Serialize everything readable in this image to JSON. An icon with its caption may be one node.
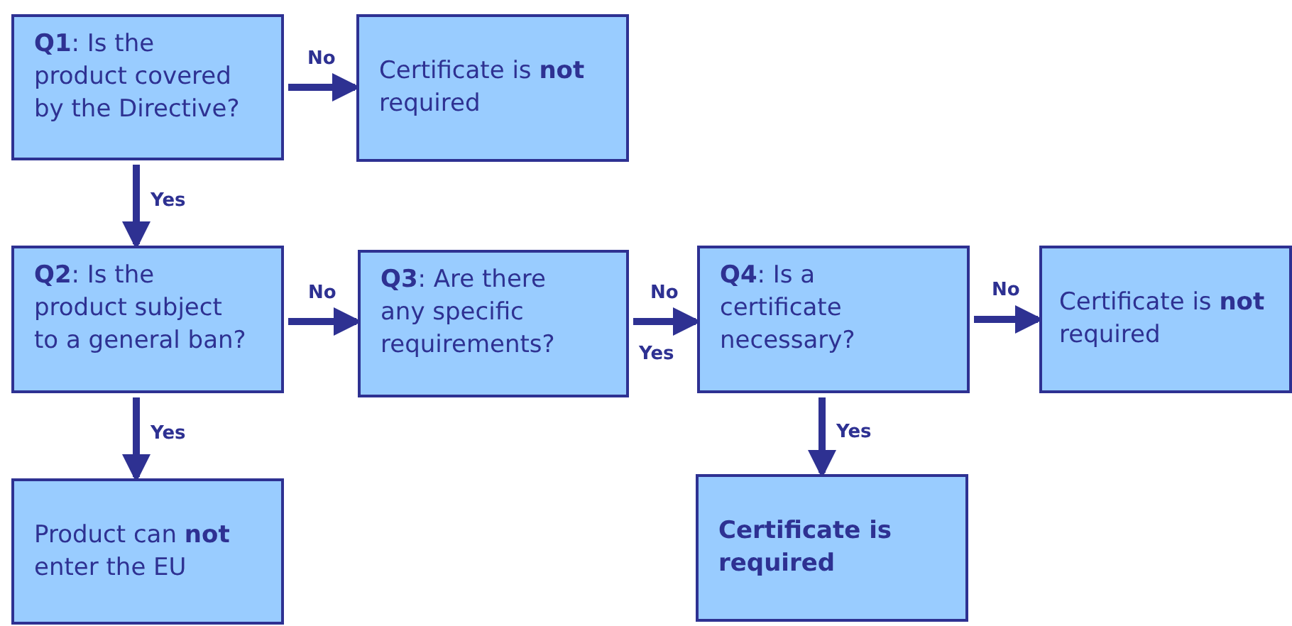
{
  "diagram": {
    "nodes": [
      {
        "text": [
          "**Q1**: Is the product covered by the Directive?"
        ]
      },
      {
        "text": [
          "Certificate is **not** required"
        ]
      },
      {
        "text": [
          "**Q2**: Is the product subject to a general ban?"
        ]
      },
      {
        "text": [
          "**Q3**: Are there any specific requirements?"
        ]
      },
      {
        "text": [
          "**Q4**: Is a certificate necessary?"
        ]
      },
      {
        "text": [
          "Certificate is **not** required"
        ]
      },
      {
        "text": [
          "Product can **not** enter the EU"
        ]
      },
      {
        "text": [
          "Certificate is required"
        ]
      }
    ],
    "edges": [
      {
        "from": 0,
        "to": 1,
        "arrow": "to",
        "label": "No"
      },
      {
        "from": 0,
        "to": 2,
        "arrow": "to",
        "label": "Yes"
      },
      {
        "from": 2,
        "to": 3,
        "arrow": "to",
        "label": "No"
      },
      {
        "from": 2,
        "to": 6,
        "arrow": "to",
        "label": "Yes"
      },
      {
        "from": 3,
        "to": 4,
        "arrow": "to",
        "label": "No"
      },
      {
        "from": 4,
        "to": 5,
        "arrow": "to",
        "label": "No"
      },
      {
        "from": 4,
        "to": 7,
        "arrow": "to",
        "label": "Yes"
      }
    ],
    "labels": [
      "Yes"
    ]
  }
}
